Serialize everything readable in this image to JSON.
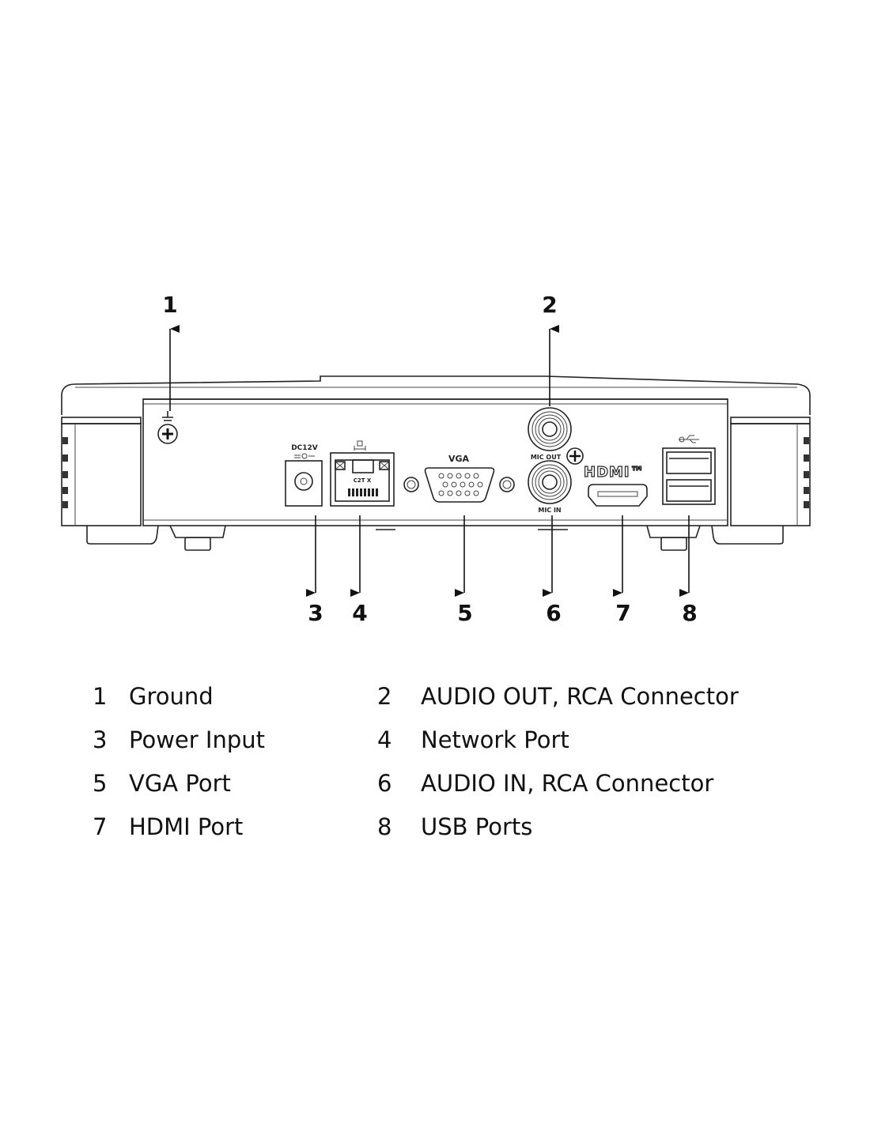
{
  "device_labels": {
    "dc": "DC12V",
    "vga": "VGA",
    "mic_out": "MIC OUT",
    "mic_in": "MIC IN",
    "hdmi": "HDMI™",
    "rj45": "C2T X"
  },
  "callouts": [
    "1",
    "2",
    "3",
    "4",
    "5",
    "6",
    "7",
    "8"
  ],
  "legend": [
    {
      "num": "1",
      "label": "Ground"
    },
    {
      "num": "2",
      "label": "AUDIO OUT, RCA Connector"
    },
    {
      "num": "3",
      "label": "Power Input"
    },
    {
      "num": "4",
      "label": "Network Port"
    },
    {
      "num": "5",
      "label": "VGA Port"
    },
    {
      "num": "6",
      "label": "AUDIO IN, RCA Connector"
    },
    {
      "num": "7",
      "label": "HDMI Port"
    },
    {
      "num": "8",
      "label": "USB Ports"
    }
  ]
}
